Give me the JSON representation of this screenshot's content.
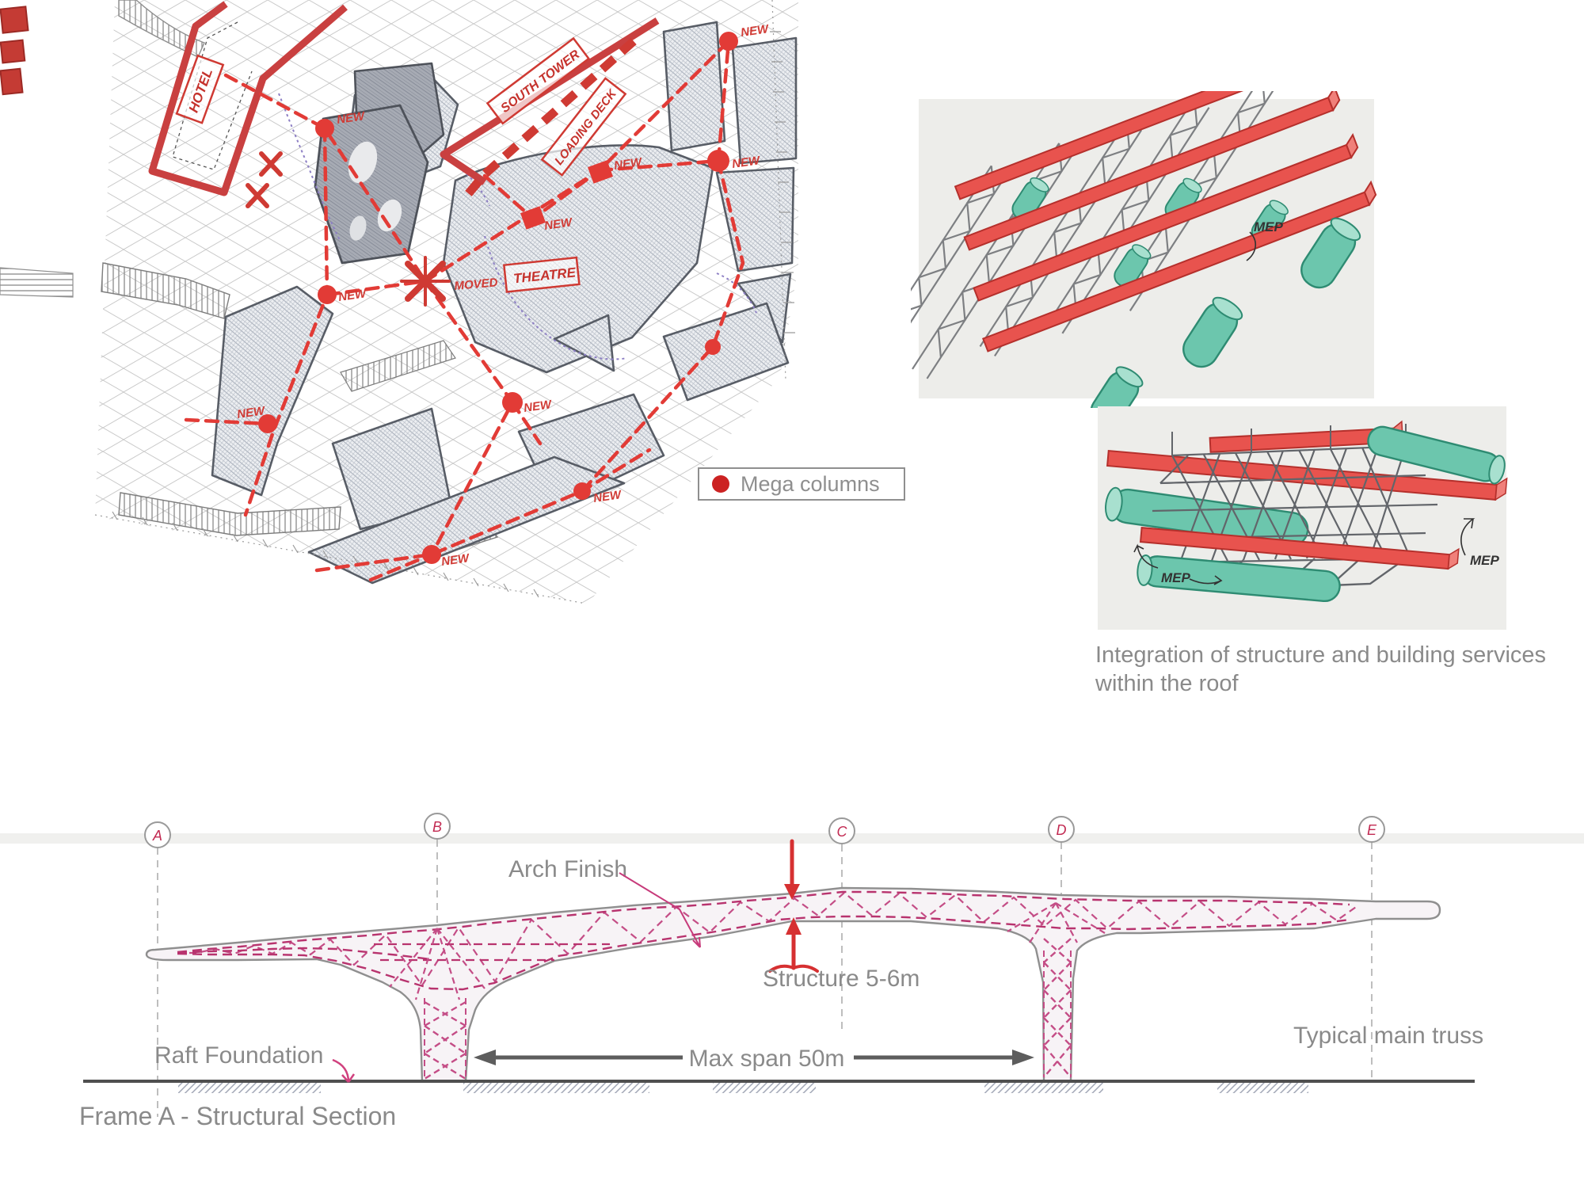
{
  "plan": {
    "labels": {
      "hotel": "HOTEL",
      "south_tower": "SOUTH TOWER",
      "loading_deck": "LOADING DECK",
      "theatre": "THEATRE",
      "moved": "MOVED",
      "new": "NEW"
    },
    "legend": {
      "label": "Mega columns",
      "dot_color": "#cc2222"
    }
  },
  "sketches": {
    "mep_label": "MEP",
    "caption_line1": "Integration of structure and building services",
    "caption_line2": "within the roof"
  },
  "section": {
    "grid_labels": [
      "A",
      "B",
      "C",
      "D",
      "E"
    ],
    "annotations": {
      "arch_finish": "Arch Finish",
      "structure_depth": "Structure 5-6m",
      "max_span": "Max span 50m",
      "raft_foundation": "Raft Foundation",
      "typical_main_truss": "Typical main truss",
      "title": "Frame A - Structural Section"
    }
  },
  "colors": {
    "plan_red": "#d53a33",
    "sketch_red": "#e8534e",
    "mep_green": "#5fbfa3",
    "truss_magenta": "#c2407e",
    "annotation_red": "#d63031",
    "text_gray": "#8a8a8a",
    "ground_gray": "#4f4f4f"
  }
}
